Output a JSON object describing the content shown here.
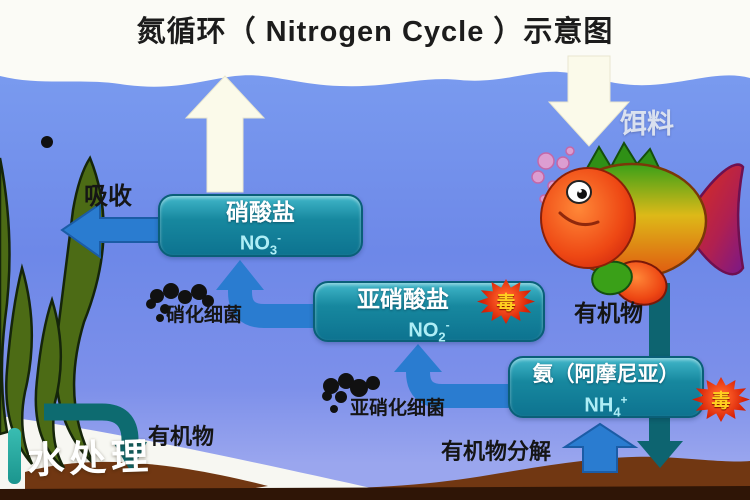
{
  "title": "氮循环（ Nitrogen Cycle ）示意图",
  "nodes": {
    "nitrate": {
      "name": "硝酸盐",
      "formula_base": "NO",
      "formula_sub": "3",
      "formula_sup": "-"
    },
    "nitrite": {
      "name": "亚硝酸盐",
      "formula_base": "NO",
      "formula_sub": "2",
      "formula_sup": "-",
      "toxic": "毒"
    },
    "ammonia": {
      "name": "氨（阿摩尼亚）",
      "formula_base": "NH",
      "formula_sub": "4",
      "formula_sup": "+",
      "toxic": "毒"
    }
  },
  "labels": {
    "absorb": "吸收",
    "feed": "饵料",
    "nitrifying_bacteria": "硝化细菌",
    "nitrosating_bacteria": "亚硝化细菌",
    "organic_right": "有机物",
    "organic_bottom_left": "有机物",
    "organic_decomposition": "有机物分解",
    "watermark": "水处理"
  },
  "colors": {
    "node_teal": "#12829c",
    "arrow_blue": "#2a7cd0",
    "arrow_white": "#fbfbf2",
    "pipe_teal": "#0d6b70",
    "toxic_red": "#d82408",
    "toxic_text": "#ffd020",
    "water_blue": "#6d88e8",
    "ground_brown": "#713712"
  }
}
